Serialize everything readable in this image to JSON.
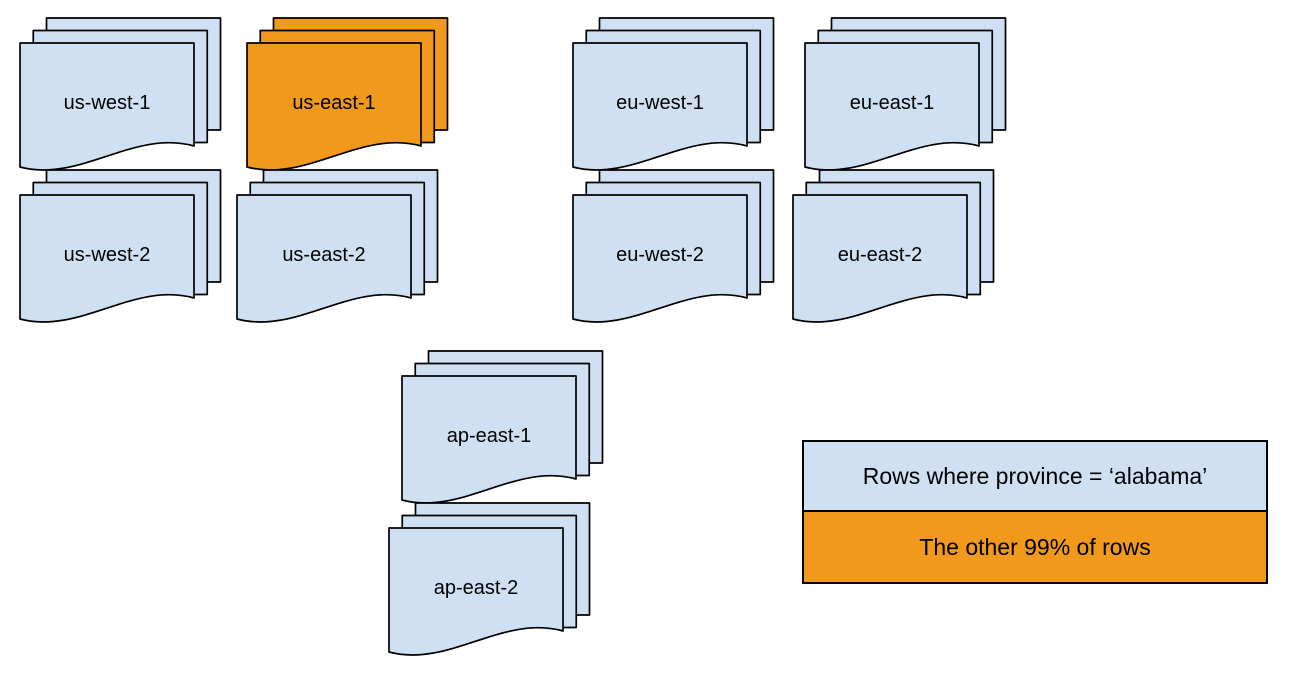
{
  "regions": [
    {
      "label": "us-west-1",
      "highlighted": false
    },
    {
      "label": "us-east-1",
      "highlighted": true
    },
    {
      "label": "eu-west-1",
      "highlighted": false
    },
    {
      "label": "eu-east-1",
      "highlighted": false
    },
    {
      "label": "us-west-2",
      "highlighted": false
    },
    {
      "label": "us-east-2",
      "highlighted": false
    },
    {
      "label": "eu-west-2",
      "highlighted": false
    },
    {
      "label": "eu-east-2",
      "highlighted": false
    },
    {
      "label": "ap-east-1",
      "highlighted": false
    },
    {
      "label": "ap-east-2",
      "highlighted": false
    }
  ],
  "legend": {
    "items": [
      {
        "label": "Rows where province = ‘alabama’",
        "color": "#CFE0F2"
      },
      {
        "label": "The other 99% of rows",
        "color": "#F0991C"
      }
    ]
  },
  "colors": {
    "region_fill": "#CFE0F2",
    "highlight_fill": "#F0991C",
    "stroke": "#000000",
    "background": "#FFFFFF"
  }
}
